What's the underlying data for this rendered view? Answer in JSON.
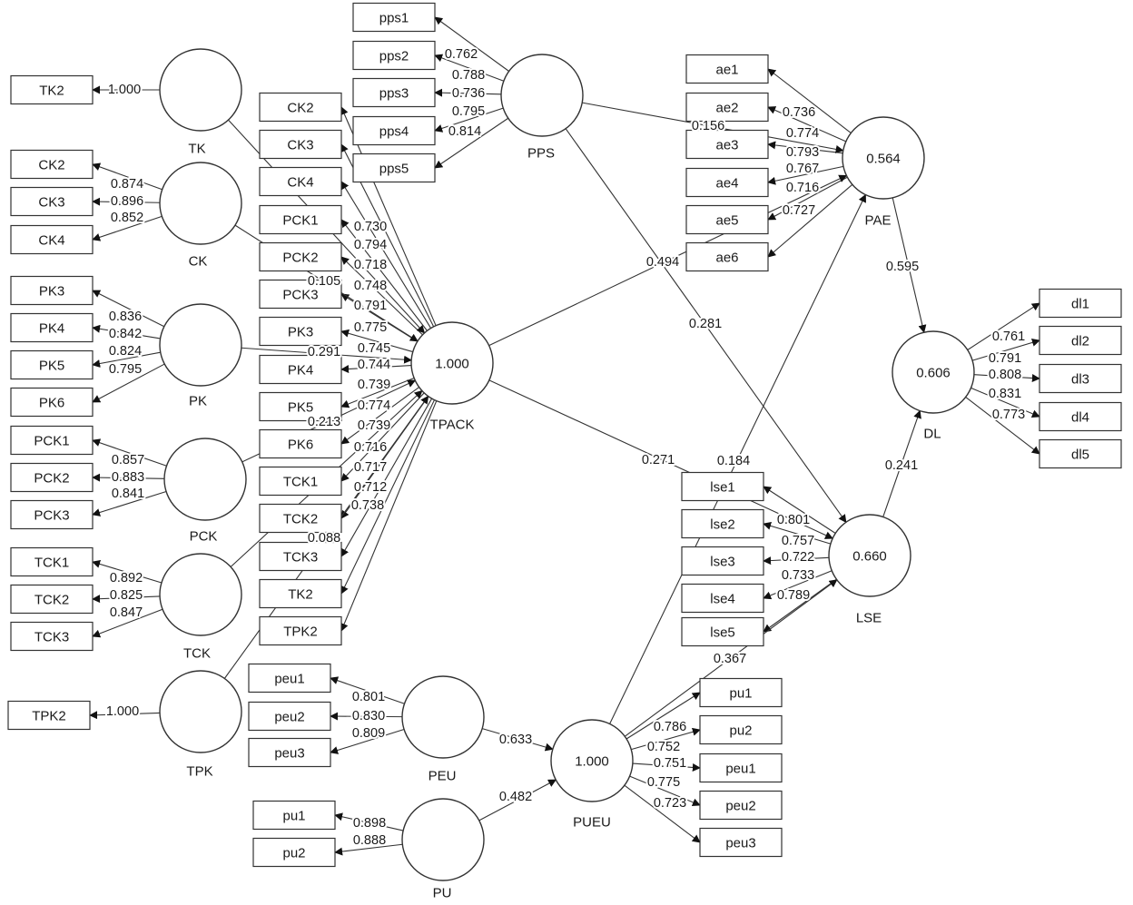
{
  "latent_variables": [
    {
      "id": "TK",
      "name": "TK",
      "r2": ""
    },
    {
      "id": "CK",
      "name": "CK",
      "r2": ""
    },
    {
      "id": "PK",
      "name": "PK",
      "r2": ""
    },
    {
      "id": "PCK",
      "name": "PCK",
      "r2": ""
    },
    {
      "id": "TCK",
      "name": "TCK",
      "r2": ""
    },
    {
      "id": "TPK",
      "name": "TPK",
      "r2": ""
    },
    {
      "id": "TPACK",
      "name": "TPACK",
      "r2": "1.000"
    },
    {
      "id": "PPS",
      "name": "PPS",
      "r2": ""
    },
    {
      "id": "PAE",
      "name": "PAE",
      "r2": "0.564"
    },
    {
      "id": "DL",
      "name": "DL",
      "r2": "0.606"
    },
    {
      "id": "LSE",
      "name": "LSE",
      "r2": "0.660"
    },
    {
      "id": "PEU",
      "name": "PEU",
      "r2": ""
    },
    {
      "id": "PU",
      "name": "PU",
      "r2": ""
    },
    {
      "id": "PUEU",
      "name": "PUEU",
      "r2": "1.000"
    }
  ],
  "indicator_groups": [
    {
      "latent": "TK",
      "items": [
        {
          "name": "TK2",
          "loading": "1.000"
        }
      ]
    },
    {
      "latent": "CK",
      "items": [
        {
          "name": "CK2",
          "loading": "0.874"
        },
        {
          "name": "CK3",
          "loading": "0.896"
        },
        {
          "name": "CK4",
          "loading": "0.852"
        }
      ]
    },
    {
      "latent": "PK",
      "items": [
        {
          "name": "PK3",
          "loading": "0.836"
        },
        {
          "name": "PK4",
          "loading": "0.842"
        },
        {
          "name": "PK5",
          "loading": "0.824"
        },
        {
          "name": "PK6",
          "loading": "0.795"
        }
      ]
    },
    {
      "latent": "PCK",
      "items": [
        {
          "name": "PCK1",
          "loading": "0.857"
        },
        {
          "name": "PCK2",
          "loading": "0.883"
        },
        {
          "name": "PCK3",
          "loading": "0.841"
        }
      ]
    },
    {
      "latent": "TCK",
      "items": [
        {
          "name": "TCK1",
          "loading": "0.892"
        },
        {
          "name": "TCK2",
          "loading": "0.825"
        },
        {
          "name": "TCK3",
          "loading": "0.847"
        }
      ]
    },
    {
      "latent": "TPK",
      "items": [
        {
          "name": "TPK2",
          "loading": "1.000"
        }
      ]
    },
    {
      "latent": "TPACK",
      "items": [
        {
          "name": "CK2",
          "loading": "0.730"
        },
        {
          "name": "CK3",
          "loading": "0.794"
        },
        {
          "name": "CK4",
          "loading": "0.718"
        },
        {
          "name": "PCK1",
          "loading": "0.748"
        },
        {
          "name": "PCK2",
          "loading": "0.791"
        },
        {
          "name": "PCK3",
          "loading": "0.775"
        },
        {
          "name": "PK3",
          "loading": "0.745"
        },
        {
          "name": "PK4",
          "loading": "0.744"
        },
        {
          "name": "PK5",
          "loading": "0.739"
        },
        {
          "name": "PK6",
          "loading": "0.774"
        },
        {
          "name": "TCK1",
          "loading": "0.739"
        },
        {
          "name": "TCK2",
          "loading": "0.716"
        },
        {
          "name": "TCK3",
          "loading": "0.717"
        },
        {
          "name": "TK2",
          "loading": "0.712"
        },
        {
          "name": "TPK2",
          "loading": "0.738"
        }
      ]
    },
    {
      "latent": "PPS",
      "items": [
        {
          "name": "pps1",
          "loading": "0.762"
        },
        {
          "name": "pps2",
          "loading": "0.788"
        },
        {
          "name": "pps3",
          "loading": "0.736"
        },
        {
          "name": "pps4",
          "loading": "0.795"
        },
        {
          "name": "pps5",
          "loading": "0.814"
        }
      ]
    },
    {
      "latent": "PAE",
      "items": [
        {
          "name": "ae1",
          "loading": "0.736"
        },
        {
          "name": "ae2",
          "loading": "0.774"
        },
        {
          "name": "ae3",
          "loading": "0.793"
        },
        {
          "name": "ae4",
          "loading": "0.767"
        },
        {
          "name": "ae5",
          "loading": "0.716"
        },
        {
          "name": "ae6",
          "loading": "0.727"
        }
      ]
    },
    {
      "latent": "DL",
      "items": [
        {
          "name": "dl1",
          "loading": "0.761"
        },
        {
          "name": "dl2",
          "loading": "0.791"
        },
        {
          "name": "dl3",
          "loading": "0.808"
        },
        {
          "name": "dl4",
          "loading": "0.831"
        },
        {
          "name": "dl5",
          "loading": "0.773"
        }
      ]
    },
    {
      "latent": "LSE",
      "items": [
        {
          "name": "lse1",
          "loading": "0.801"
        },
        {
          "name": "lse2",
          "loading": "0.757"
        },
        {
          "name": "lse3",
          "loading": "0.722"
        },
        {
          "name": "lse4",
          "loading": "0.733"
        },
        {
          "name": "lse5",
          "loading": "0.789"
        }
      ]
    },
    {
      "latent": "PEU",
      "items": [
        {
          "name": "peu1",
          "loading": "0.801"
        },
        {
          "name": "peu2",
          "loading": "0.830"
        },
        {
          "name": "peu3",
          "loading": "0.809"
        }
      ]
    },
    {
      "latent": "PU",
      "items": [
        {
          "name": "pu1",
          "loading": "0.898"
        },
        {
          "name": "pu2",
          "loading": "0.888"
        }
      ]
    },
    {
      "latent": "PUEU",
      "items": [
        {
          "name": "pu1",
          "loading": "0.786"
        },
        {
          "name": "pu2",
          "loading": "0.752"
        },
        {
          "name": "peu1",
          "loading": "0.751"
        },
        {
          "name": "peu2",
          "loading": "0.775"
        },
        {
          "name": "peu3",
          "loading": "0.723"
        }
      ]
    }
  ],
  "paths": [
    {
      "from": "TK",
      "to": "TPACK",
      "coef": ""
    },
    {
      "from": "CK",
      "to": "TPACK",
      "coef": "0.105"
    },
    {
      "from": "PK",
      "to": "TPACK",
      "coef": "0.291"
    },
    {
      "from": "PCK",
      "to": "TPACK",
      "coef": "0.213"
    },
    {
      "from": "TCK",
      "to": "TPACK",
      "coef": "0.088"
    },
    {
      "from": "TPK",
      "to": "TPACK",
      "coef": ""
    },
    {
      "from": "PPS",
      "to": "PAE",
      "coef": "0.156"
    },
    {
      "from": "PPS",
      "to": "LSE",
      "coef": "0.281"
    },
    {
      "from": "TPACK",
      "to": "PAE",
      "coef": "0.494"
    },
    {
      "from": "TPACK",
      "to": "LSE",
      "coef": "0.271"
    },
    {
      "from": "PAE",
      "to": "DL",
      "coef": "0.595"
    },
    {
      "from": "LSE",
      "to": "DL",
      "coef": "0.241"
    },
    {
      "from": "PUEU",
      "to": "PAE",
      "coef": "0.184"
    },
    {
      "from": "PUEU",
      "to": "LSE",
      "coef": "0.367"
    },
    {
      "from": "PEU",
      "to": "PUEU",
      "coef": "0.633"
    },
    {
      "from": "PU",
      "to": "PUEU",
      "coef": "0.482"
    }
  ],
  "colors": {
    "line": "#333333",
    "box_fill": "#ffffff",
    "text": "#1a1a1a"
  }
}
